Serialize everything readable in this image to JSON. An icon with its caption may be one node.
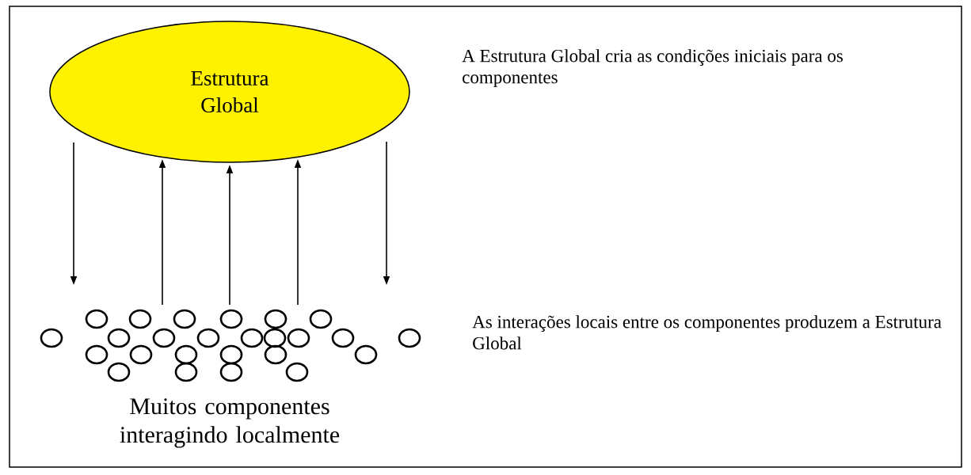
{
  "diagram": {
    "nodes": [
      {
        "text": [
          "Estrutura Global"
        ]
      },
      {
        "text": [],
        "shape": "picture",
        "beside": [
          "Muitos componentes interagindo localmente"
        ]
      }
    ],
    "edges": [
      {
        "from": 0,
        "to": 1,
        "arrow": "to"
      },
      {
        "from": 1,
        "to": 0,
        "arrow": "to"
      },
      {
        "from": 1,
        "to": 0,
        "arrow": "to"
      },
      {
        "from": 1,
        "to": 0,
        "arrow": "to"
      },
      {
        "from": 0,
        "to": 1,
        "arrow": "to"
      }
    ],
    "labels": [
      "A Estrutura Global cria as condições iniciais para os componentes",
      "As interações locais entre os componentes produzem a Estrutura Global"
    ]
  }
}
